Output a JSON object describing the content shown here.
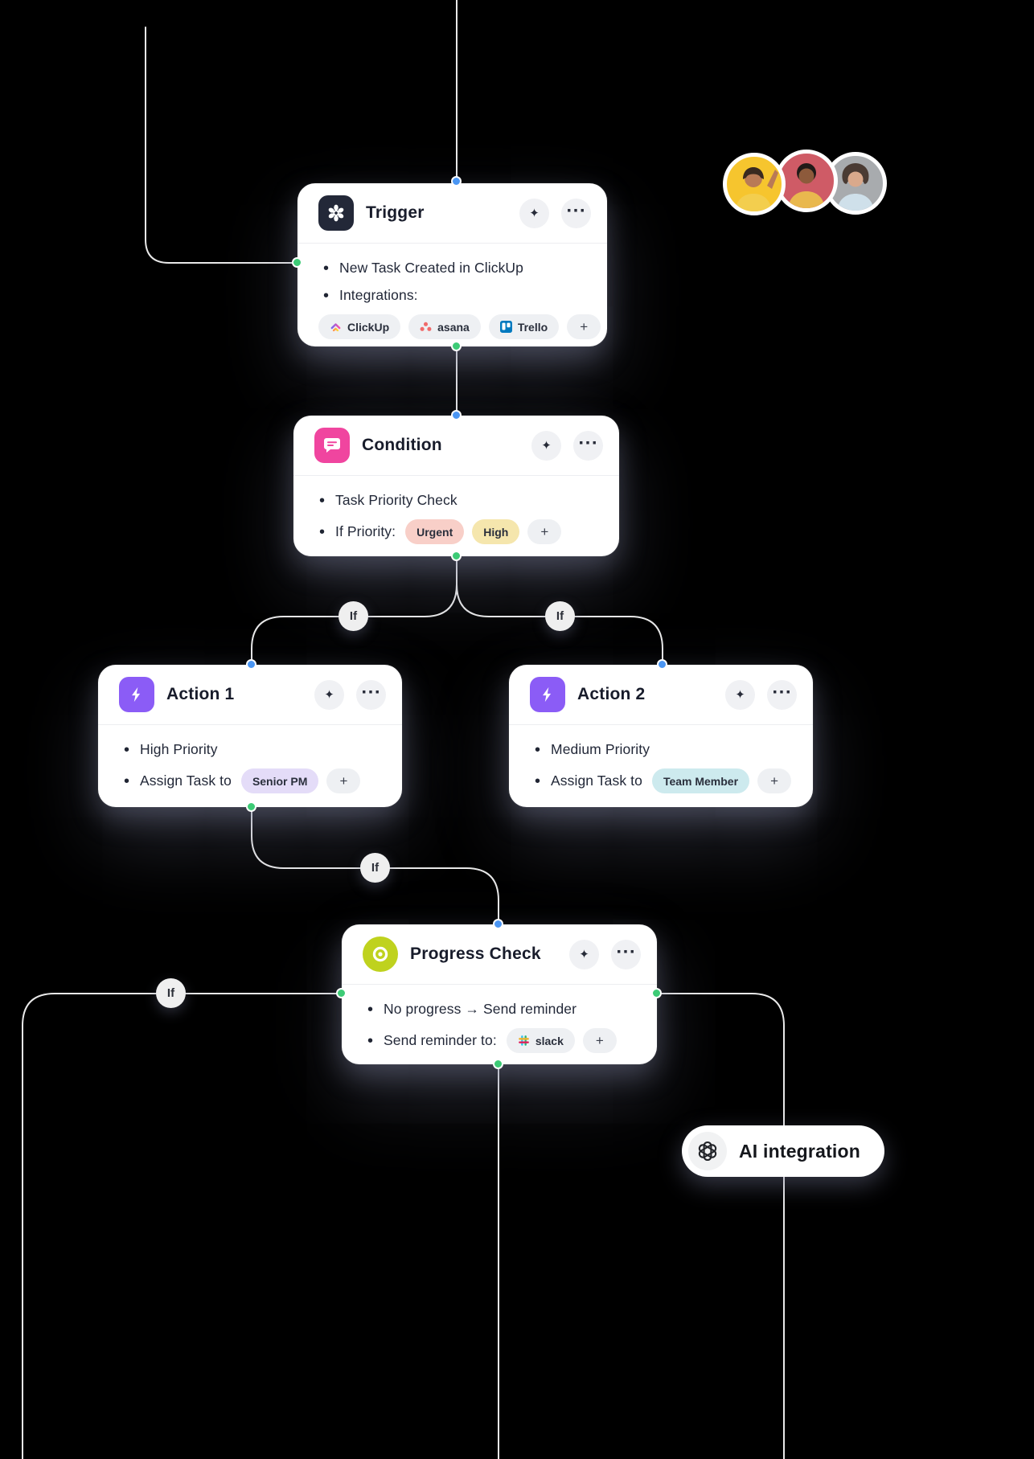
{
  "colors": {
    "bg": "#000000",
    "card": "#ffffff",
    "line": "#e9e9e9",
    "text_dark": "#1c2130",
    "dot_blue": "#4b96f3",
    "dot_green": "#3dcb76",
    "icon_trigger_bg": "#232838",
    "icon_condition_bg": "#f0459f",
    "icon_action_bg": "#8b5cf6",
    "icon_progress_bg": "#bfd21e",
    "chip_bg": "#eef0f3",
    "chip_urgent_bg": "#f8cfc8",
    "chip_high_bg": "#f5e6ad",
    "chip_senior_bg": "#e4dcf8",
    "chip_team_bg": "#cdeaee",
    "btn_bg": "#f0f1f4",
    "badge_bg": "#efefef",
    "pill_bg": "#ffffff",
    "avatar_yellow": "#f6c52e",
    "avatar_red": "#cf5b66",
    "avatar_gray": "#a8abae",
    "trello_blue": "#0079bf",
    "asana_red": "#f06a6a",
    "slack_blue": "#36c5f0",
    "slack_green": "#2eb67d",
    "slack_yellow": "#ecb22e",
    "slack_red": "#e01e5a",
    "clickup_purple": "#7b68ee",
    "clickup_pink": "#ff4da6"
  },
  "icons": {
    "sparkle": "✦",
    "more": "···"
  },
  "workflow": {
    "branch_label": "If",
    "nodes": [
      {
        "title": "Trigger",
        "bullet1": "New Task Created in ClickUp",
        "bullet2": "Integrations:",
        "chips": {
          "clickup": "ClickUp",
          "asana": "asana",
          "trello": "Trello",
          "add": "+"
        }
      },
      {
        "title": "Condition",
        "bullet1": "Task Priority Check",
        "bullet2": "If Priority:",
        "chips": {
          "urgent": "Urgent",
          "high": "High",
          "add": "+"
        }
      },
      {
        "title": "Action 1",
        "bullet1": "High Priority",
        "bullet2": "Assign Task to",
        "chips": {
          "assignee": "Senior PM",
          "add": "+"
        }
      },
      {
        "title": "Action 2",
        "bullet1": "Medium Priority",
        "bullet2": "Assign Task to",
        "chips": {
          "assignee": "Team Member",
          "add": "+"
        }
      },
      {
        "title": "Progress Check",
        "bullet1": "No progress → Send reminder",
        "bullet2": "Send reminder to:",
        "chips": {
          "slack": "slack",
          "add": "+"
        }
      }
    ],
    "ai_pill": {
      "label": "AI integration"
    }
  }
}
